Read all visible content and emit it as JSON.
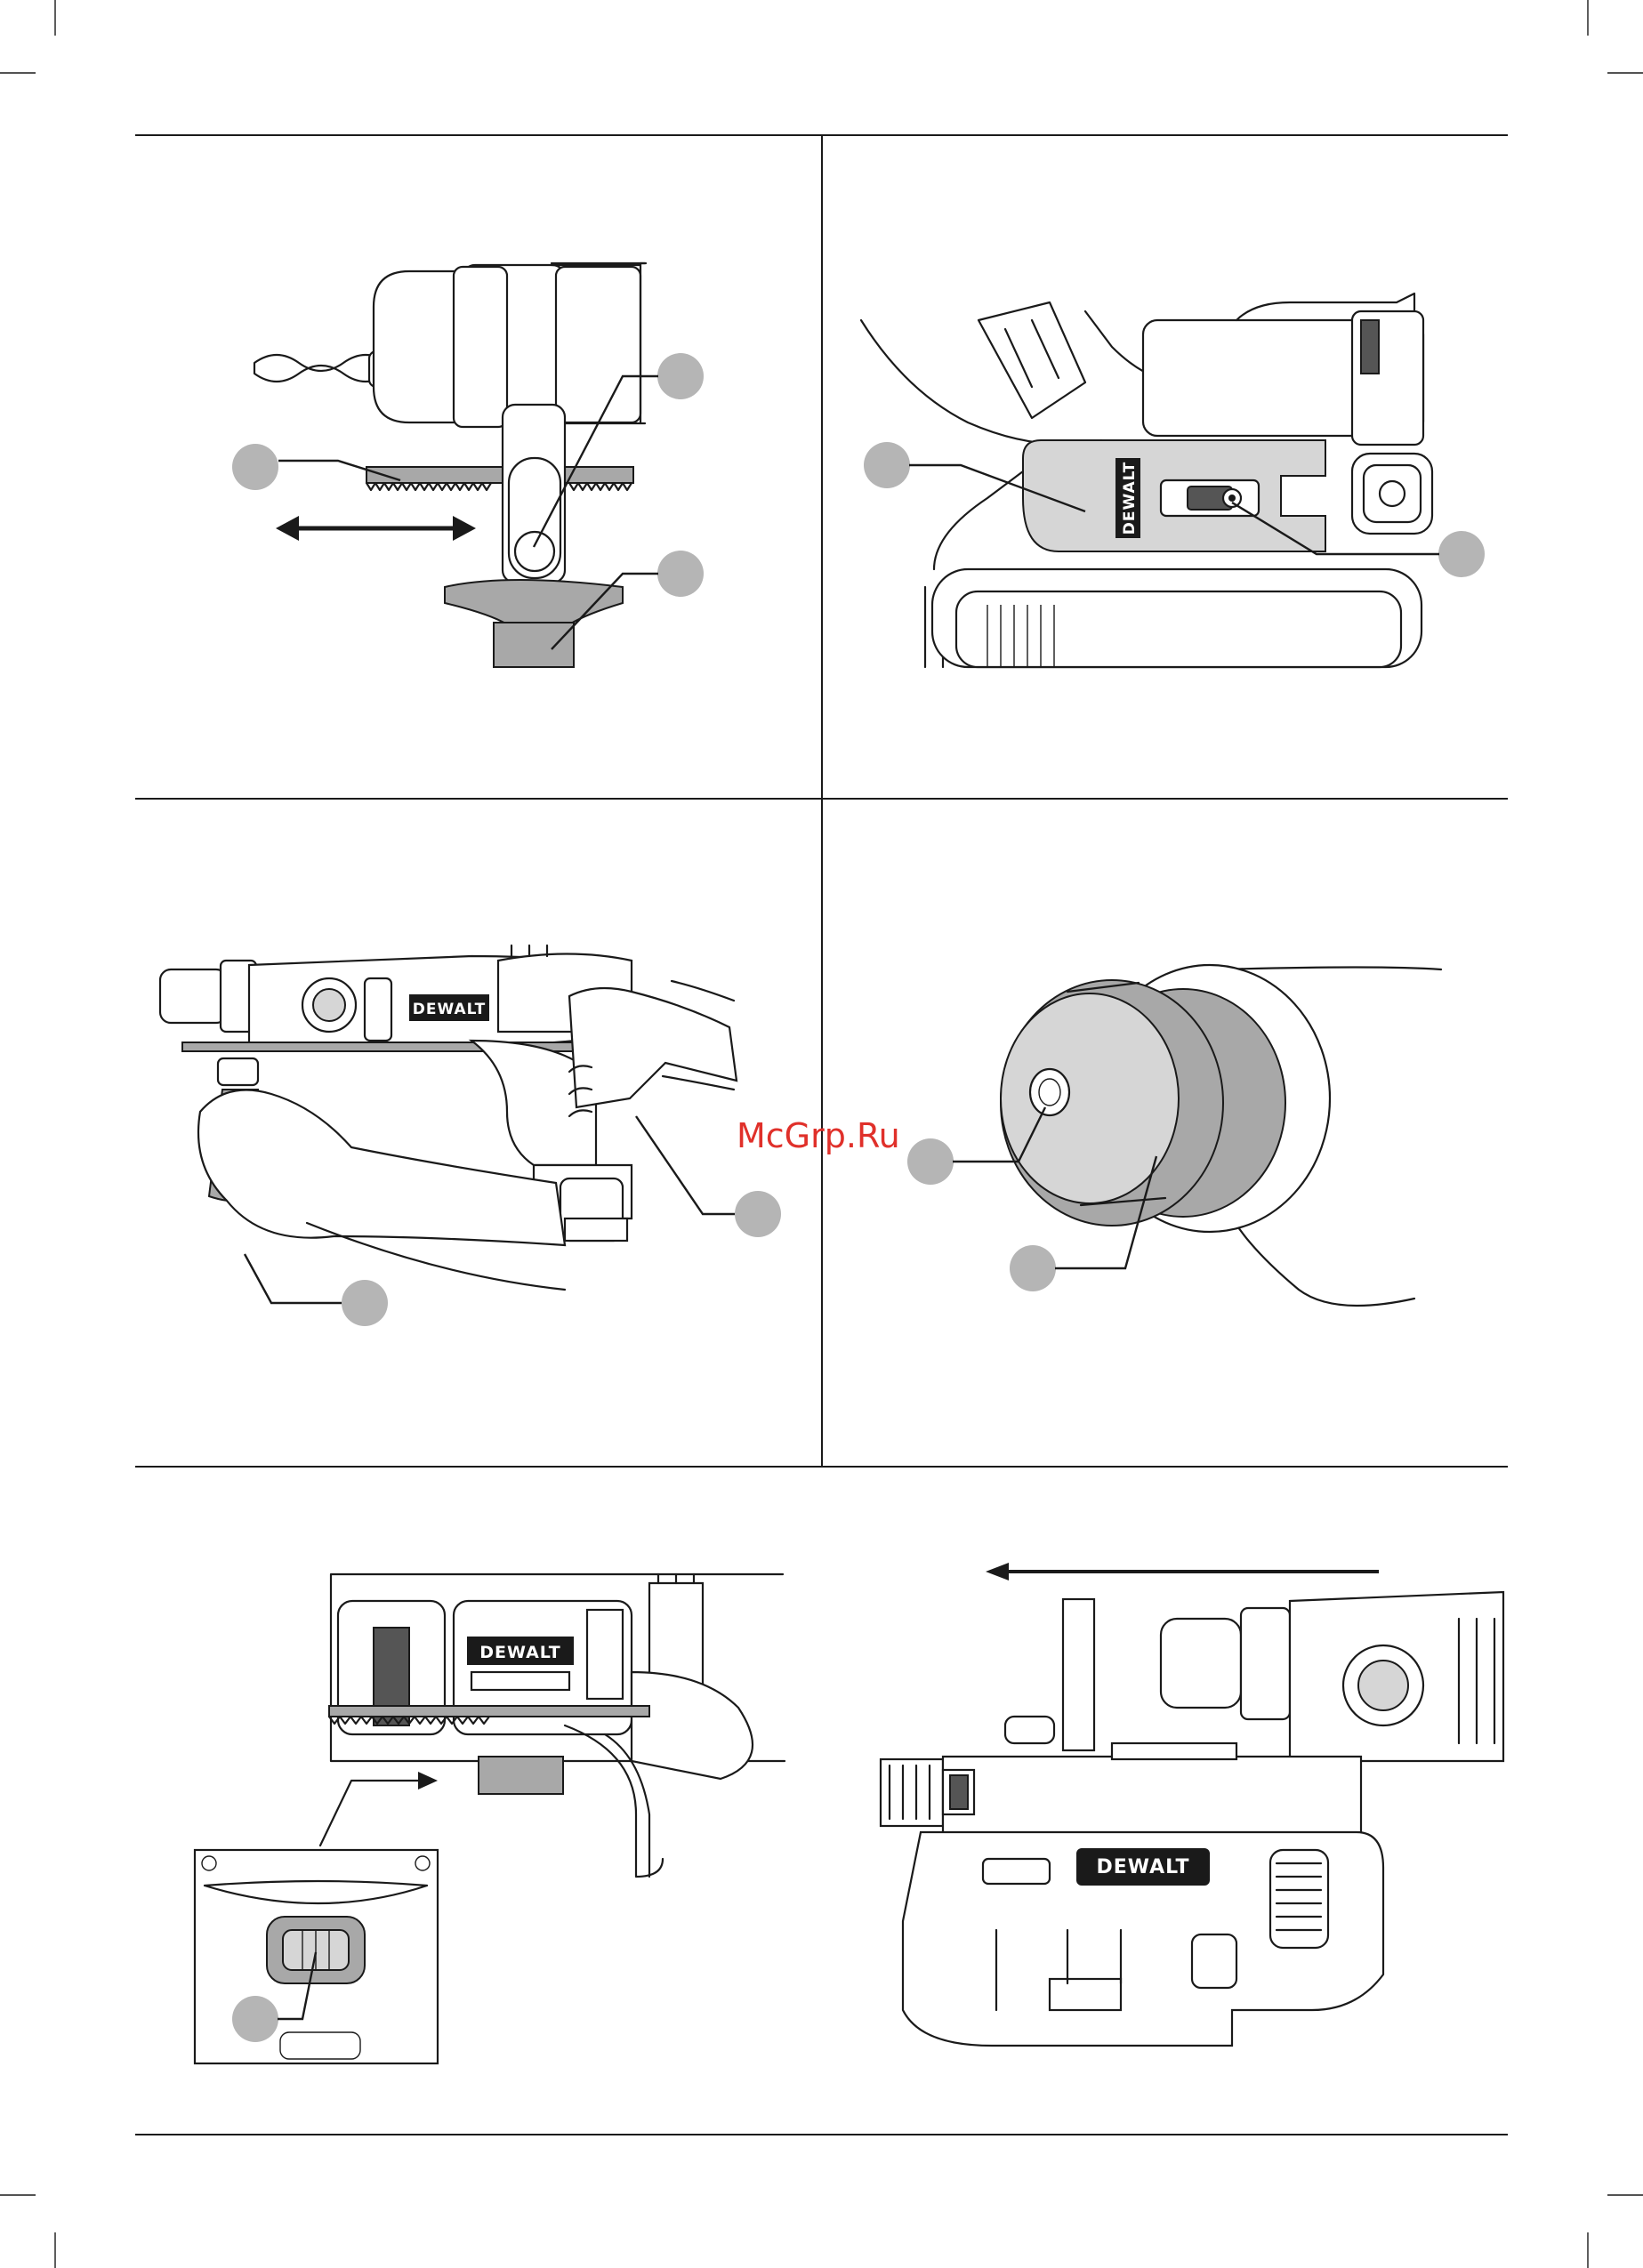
{
  "watermark": "McGrp.Ru",
  "brand": {
    "logo": "DEWALT",
    "logo_color": "#ffffff",
    "callout_color": "#b5b5b5",
    "watermark_color": "#e0302a"
  },
  "panels": [
    {
      "id": "depth-rod-adjustment",
      "callouts": 3
    },
    {
      "id": "dust-extractor-mount",
      "callouts": 2
    },
    {
      "id": "two-hand-grip",
      "callouts": 2
    },
    {
      "id": "chuck-front",
      "callouts": 2
    },
    {
      "id": "release-button",
      "callouts": 1
    },
    {
      "id": "extractor-attach",
      "callouts": 0
    }
  ]
}
